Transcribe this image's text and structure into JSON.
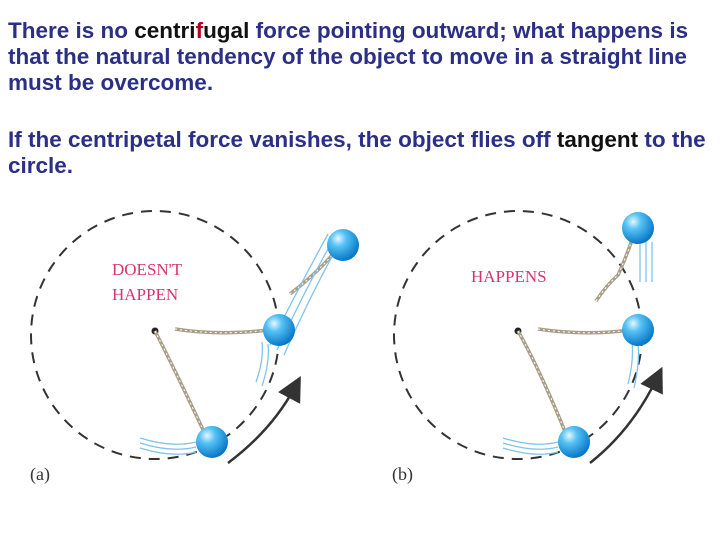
{
  "paragraph1": {
    "before": "There is no ",
    "kw_a": "centri",
    "kw_b": "f",
    "kw_c": "ugal",
    "after": " force pointing outward; what happens is that the natural tendency of the object to move in a straight line must be overcome."
  },
  "paragraph2": {
    "before": "If the centripetal force vanishes, the object flies off ",
    "kw": "tangent",
    "after": " to the circle."
  },
  "figure": {
    "a": {
      "caption_line1": "DOESN'T",
      "caption_line2": "HAPPEN",
      "panel_label": "(a)"
    },
    "b": {
      "caption": "HAPPENS",
      "panel_label": "(b)"
    }
  },
  "colors": {
    "text_blue": "#2b2f86",
    "highlight_red": "#b3001b",
    "caption_pink": "#d9356b",
    "ball_blue": "#1ea0ea"
  }
}
